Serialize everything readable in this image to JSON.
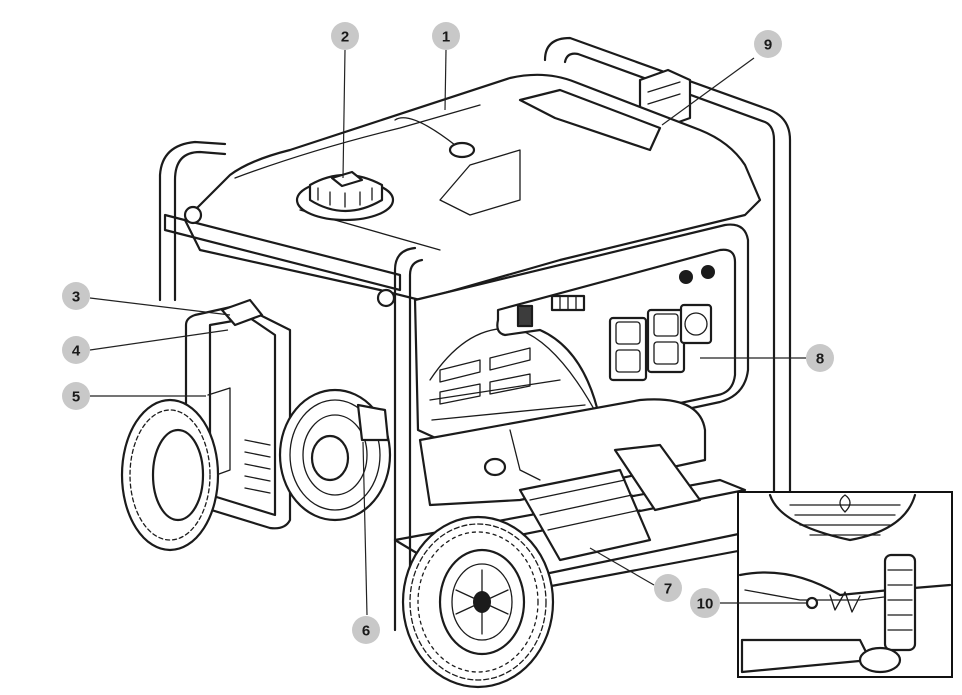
{
  "callouts": [
    {
      "id": "callout-1",
      "label": "1"
    },
    {
      "id": "callout-2",
      "label": "2"
    },
    {
      "id": "callout-3",
      "label": "3"
    },
    {
      "id": "callout-4",
      "label": "4"
    },
    {
      "id": "callout-5",
      "label": "5"
    },
    {
      "id": "callout-6",
      "label": "6"
    },
    {
      "id": "callout-7",
      "label": "7"
    },
    {
      "id": "callout-8",
      "label": "8"
    },
    {
      "id": "callout-9",
      "label": "9"
    },
    {
      "id": "callout-10",
      "label": "10"
    }
  ],
  "colors": {
    "line_art": "#1b1b1b",
    "callout_disc": "#c8c8c8",
    "background": "#ffffff"
  }
}
